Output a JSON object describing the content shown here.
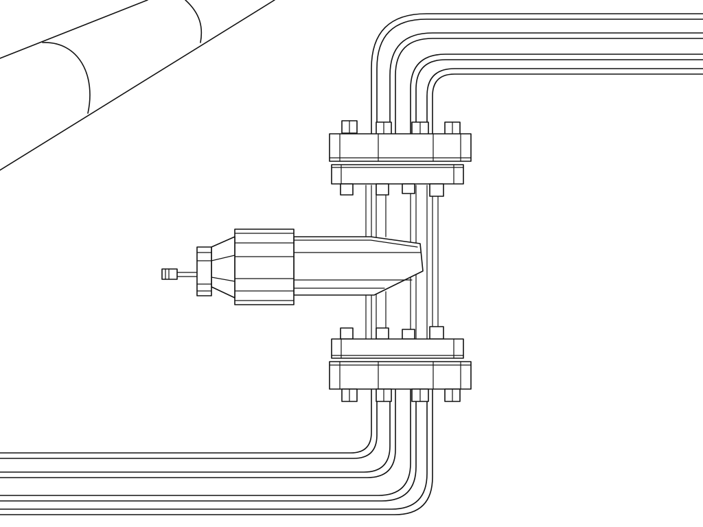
{
  "drawing": {
    "background_color": "#ffffff",
    "line_color": "#111111",
    "components": [
      {
        "id": "main-pipe",
        "icon": "pipe-icon"
      },
      {
        "id": "upper-pipe-bundle",
        "icon": "pipe-bundle-icon"
      },
      {
        "id": "lower-pipe-bundle",
        "icon": "pipe-bundle-icon"
      },
      {
        "id": "upper-flange",
        "icon": "flange-icon"
      },
      {
        "id": "lower-flange",
        "icon": "flange-icon"
      },
      {
        "id": "valve-body",
        "icon": "valve-icon"
      },
      {
        "id": "actuator-stem",
        "icon": "stem-icon"
      }
    ]
  }
}
